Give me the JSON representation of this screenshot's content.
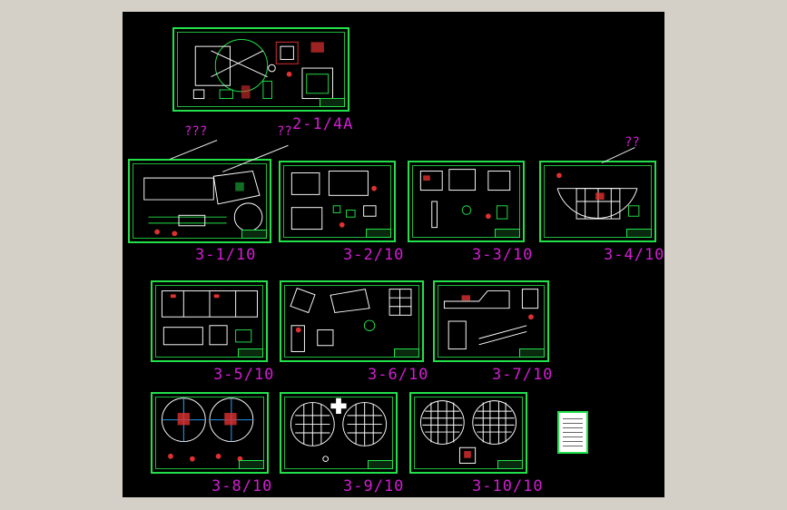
{
  "colors": {
    "frame": "#22e04a",
    "label": "#d21ed2",
    "canvas": "#000000",
    "outer": "#d4d0c8"
  },
  "sheets": [
    {
      "id": "2-1",
      "label": "2-1/4A"
    },
    {
      "id": "3-1",
      "label": "3-1/10"
    },
    {
      "id": "3-2",
      "label": "3-2/10"
    },
    {
      "id": "3-3",
      "label": "3-3/10"
    },
    {
      "id": "3-4",
      "label": "3-4/10"
    },
    {
      "id": "3-5",
      "label": "3-5/10"
    },
    {
      "id": "3-6",
      "label": "3-6/10"
    },
    {
      "id": "3-7",
      "label": "3-7/10"
    },
    {
      "id": "3-8",
      "label": "3-8/10"
    },
    {
      "id": "3-9",
      "label": "3-9/10"
    },
    {
      "id": "3-10",
      "label": "3-10/10"
    }
  ],
  "callouts": {
    "a": "???",
    "b": "??",
    "c": "??"
  },
  "index_sheet": {
    "icon": "drawing-index-icon"
  }
}
